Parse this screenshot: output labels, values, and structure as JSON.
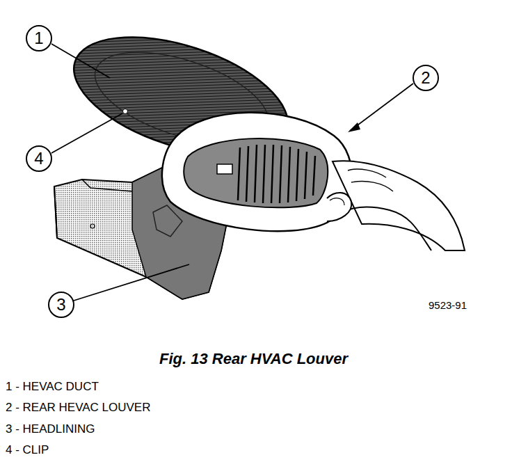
{
  "diagram": {
    "caption": "Fig. 13 Rear HVAC Louver",
    "nodes": [
      {
        "text": [
          "1"
        ]
      },
      {
        "text": [
          "2"
        ]
      },
      {
        "text": [
          "4"
        ]
      },
      {
        "text": [
          "3"
        ]
      }
    ],
    "edges": [],
    "labels": [
      "9523-91",
      "1 - HEVAC DUCT",
      "2 - REAR HEVAC LOUVER",
      "3 - HEADLINING",
      "4 - CLIP"
    ]
  }
}
